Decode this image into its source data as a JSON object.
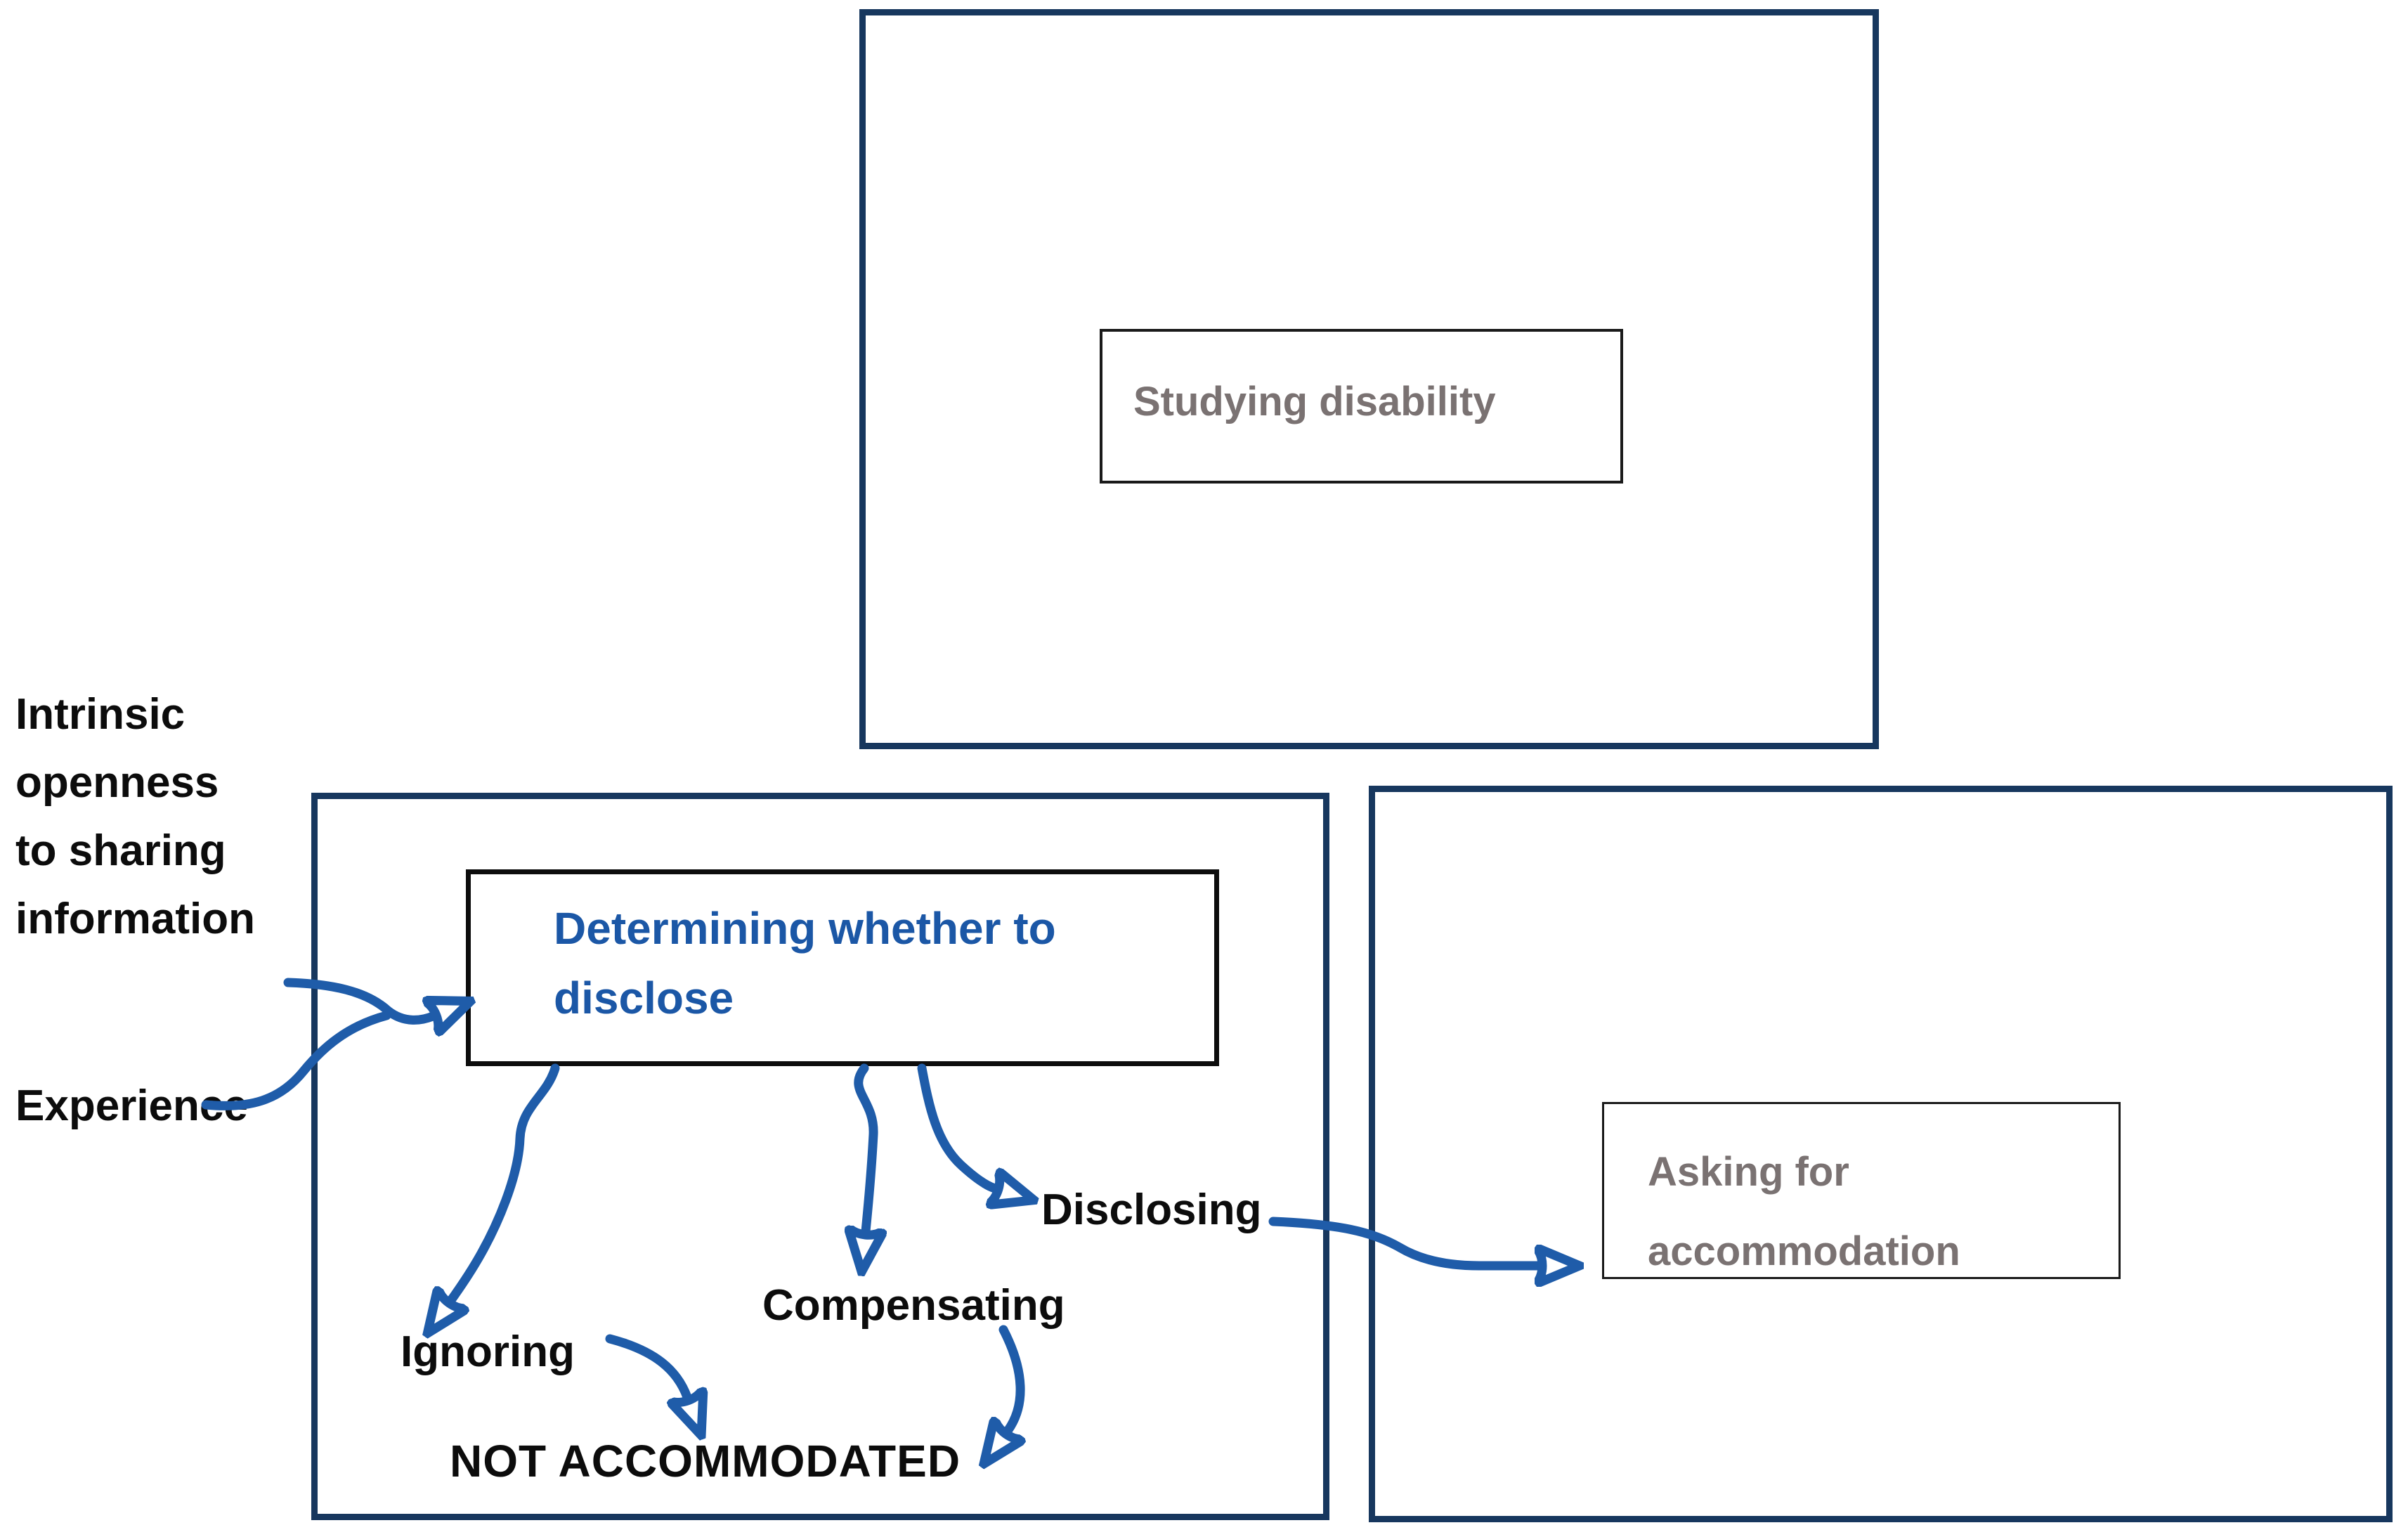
{
  "diagram": {
    "phases": {
      "studying": {
        "label": "Studying disability"
      },
      "determining": {
        "label": "Determining whether to\ndisclose"
      },
      "asking": {
        "label": "Asking for\naccommodation"
      }
    },
    "antecedents": {
      "intrinsic": {
        "label": "Intrinsic\nopenness\nto sharing\ninformation"
      },
      "experience": {
        "label": "Experience"
      }
    },
    "strategies": {
      "ignoring": {
        "label": "Ignoring"
      },
      "compensating": {
        "label": "Compensating"
      },
      "disclosing": {
        "label": "Disclosing"
      },
      "not_accommodated": {
        "label": "NOT ACCOMMODATED"
      }
    },
    "colors": {
      "outer_border_navy": "#17375E",
      "inner_border_black": "#0d0d0d",
      "arrow_blue": "#1F5CA9",
      "determining_text_blue": "#1B57A6",
      "phase_text_gray": "#7A7272",
      "label_text_black": "#0c0c0c",
      "background": "#ffffff"
    }
  }
}
